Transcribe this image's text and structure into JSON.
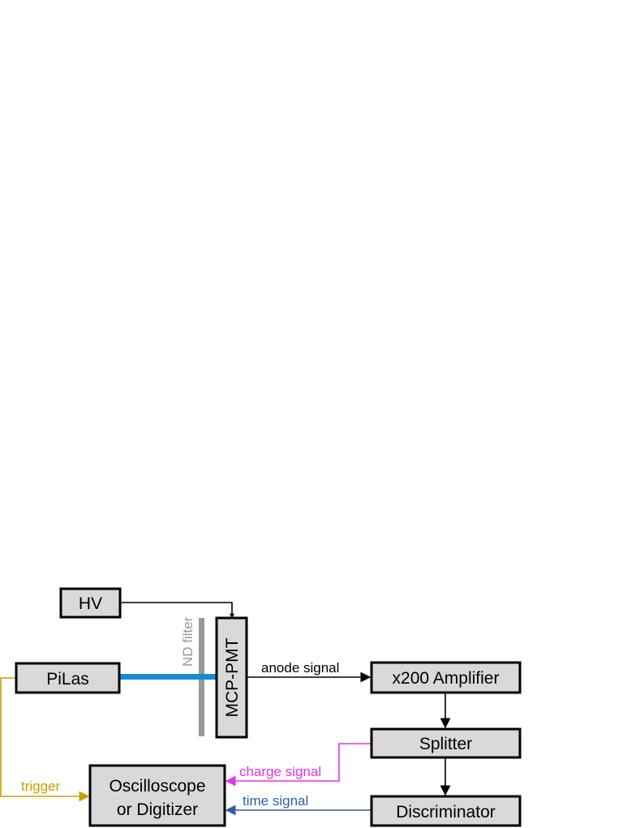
{
  "blocks": {
    "hv": "HV",
    "pilas": "PiLas",
    "mcp_pmt": "MCP-PMT",
    "amplifier": "x200 Amplifier",
    "splitter": "Splitter",
    "discriminator": "Discriminator",
    "oscilloscope_line1": "Oscilloscope",
    "oscilloscope_line2": "or Digitizer"
  },
  "labels": {
    "nd_filter": "ND filter",
    "anode_signal": "anode signal",
    "charge_signal": "charge signal",
    "time_signal": "time signal",
    "trigger": "trigger"
  },
  "colors": {
    "laser_beam": "#1a8ad4",
    "nd_filter": "#999999",
    "trigger": "#c9a000",
    "charge_signal": "#e830e8",
    "time_signal": "#2e5fa6",
    "anode_signal": "#000000",
    "box_fill": "#d9d9d9"
  }
}
